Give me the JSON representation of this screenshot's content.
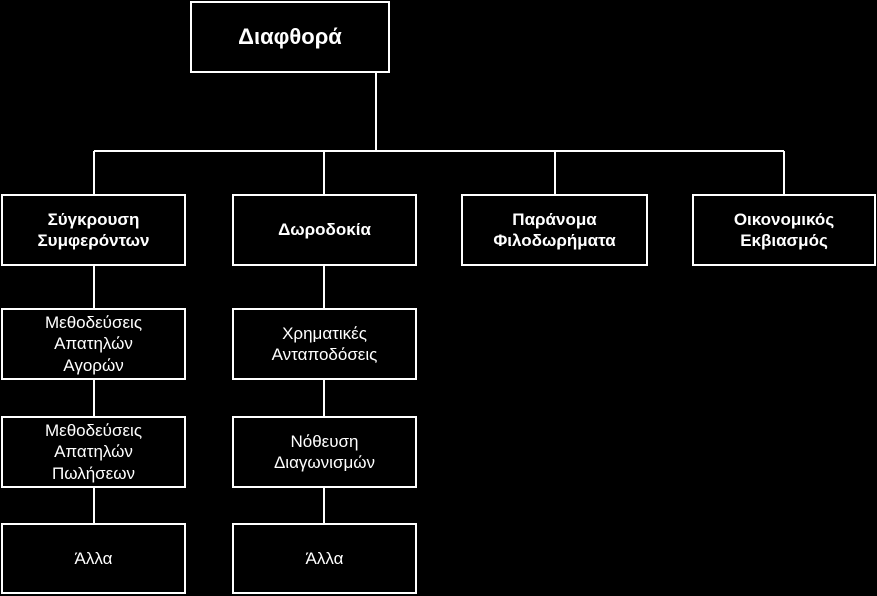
{
  "root": {
    "label": "Διαφθορά"
  },
  "categories": [
    {
      "label": "Σύγκρουση Συμφερόντων"
    },
    {
      "label": "Δωροδοκία"
    },
    {
      "label": "Παράνομα Φιλοδωρήματα"
    },
    {
      "label": "Οικονομικός Εκβιασμός"
    }
  ],
  "conflict_of_interest_children": [
    {
      "label": "Μεθοδεύσεις Απατηλών Αγορών"
    },
    {
      "label": "Μεθοδεύσεις Απατηλών Πωλήσεων"
    },
    {
      "label": "Άλλα"
    }
  ],
  "bribery_children": [
    {
      "label": "Χρηματικές Ανταποδόσεις"
    },
    {
      "label": "Νόθευση Διαγωνισμών"
    },
    {
      "label": "Άλλα"
    }
  ],
  "colors": {
    "background": "#000000",
    "line": "#ffffff",
    "text": "#ffffff"
  }
}
